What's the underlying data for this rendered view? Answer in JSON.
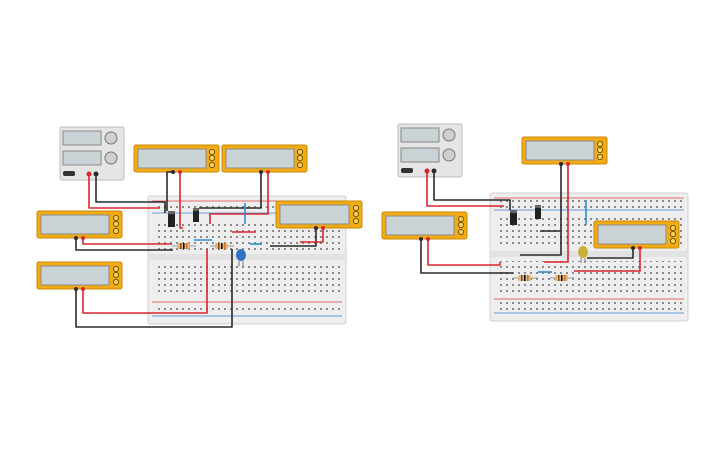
{
  "canvas": {
    "background": "#ffffff"
  },
  "colors": {
    "breadboard": "#eeeeee",
    "breadboard_edge": "#d0d0d0",
    "hole": "#8a8a8a",
    "rail_red": "#e23b3b",
    "rail_blue": "#3a7fd0",
    "multimeter_body": "#f2ac12",
    "multimeter_screen": "#c9d2d4",
    "psu_body": "#e5e5e5",
    "wire_red": "#d9262d",
    "wire_black": "#2a2a2a",
    "wire_blue": "#2e8ed0",
    "led_blue": "#2f72c4",
    "led_yellow": "#c8b03a"
  },
  "circuits": [
    {
      "name": "circuit-left",
      "components": [
        "power-supply",
        "multimeter",
        "multimeter",
        "multimeter",
        "multimeter",
        "multimeter",
        "breadboard",
        "transistor",
        "transistor",
        "resistor",
        "resistor",
        "led"
      ],
      "led_color": "blue"
    },
    {
      "name": "circuit-right",
      "components": [
        "power-supply",
        "multimeter",
        "multimeter",
        "multimeter",
        "breadboard",
        "transistor",
        "transistor",
        "resistor",
        "resistor",
        "led"
      ],
      "led_color": "yellow"
    }
  ]
}
